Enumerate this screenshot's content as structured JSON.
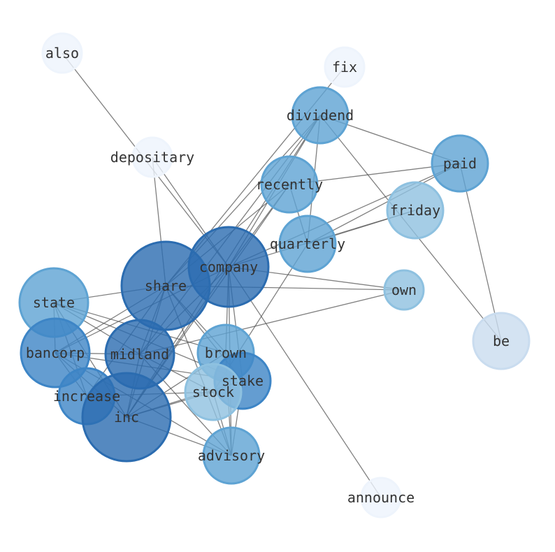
{
  "graph": {
    "type": "word-cooccurrence-network",
    "colors": {
      "level5": "#2b6cb0",
      "level4": "#3d85c6",
      "level3": "#5ea3d3",
      "level2": "#8ec1e0",
      "level1": "#c9dcef",
      "level0": "#eef4fc",
      "edge": "#555555"
    },
    "nodes": [
      {
        "id": "also",
        "label": "also",
        "level": 0
      },
      {
        "id": "fix",
        "label": "fix",
        "level": 0
      },
      {
        "id": "dividend",
        "label": "dividend",
        "level": 3
      },
      {
        "id": "depositary",
        "label": "depositary",
        "level": 0
      },
      {
        "id": "paid",
        "label": "paid",
        "level": 3
      },
      {
        "id": "recently",
        "label": "recently",
        "level": 3
      },
      {
        "id": "friday",
        "label": "friday",
        "level": 2
      },
      {
        "id": "quarterly",
        "label": "quarterly",
        "level": 3
      },
      {
        "id": "company",
        "label": "company",
        "level": 5
      },
      {
        "id": "share",
        "label": "share",
        "level": 5
      },
      {
        "id": "own",
        "label": "own",
        "level": 2
      },
      {
        "id": "state",
        "label": "state",
        "level": 3
      },
      {
        "id": "be",
        "label": "be",
        "level": 1
      },
      {
        "id": "bancorp",
        "label": "bancorp",
        "level": 4
      },
      {
        "id": "midland",
        "label": "midland",
        "level": 5
      },
      {
        "id": "brown",
        "label": "brown",
        "level": 3
      },
      {
        "id": "stake",
        "label": "stake",
        "level": 4
      },
      {
        "id": "stock",
        "label": "stock",
        "level": 2
      },
      {
        "id": "increase",
        "label": "increase",
        "level": 4
      },
      {
        "id": "inc",
        "label": "inc",
        "level": 5
      },
      {
        "id": "advisory",
        "label": "advisory",
        "level": 3
      },
      {
        "id": "announce",
        "label": "announce",
        "level": 0
      }
    ],
    "edges": [
      [
        "also",
        "company"
      ],
      [
        "company",
        "announce"
      ],
      [
        "depositary",
        "share"
      ],
      [
        "depositary",
        "company"
      ],
      [
        "fix",
        "share"
      ],
      [
        "dividend",
        "paid"
      ],
      [
        "dividend",
        "be"
      ],
      [
        "dividend",
        "quarterly"
      ],
      [
        "dividend",
        "company"
      ],
      [
        "dividend",
        "share"
      ],
      [
        "dividend",
        "midland"
      ],
      [
        "dividend",
        "inc"
      ],
      [
        "recently",
        "paid"
      ],
      [
        "recently",
        "quarterly"
      ],
      [
        "recently",
        "company"
      ],
      [
        "recently",
        "share"
      ],
      [
        "recently",
        "inc"
      ],
      [
        "paid",
        "quarterly"
      ],
      [
        "paid",
        "be"
      ],
      [
        "paid",
        "company"
      ],
      [
        "friday",
        "company"
      ],
      [
        "friday",
        "quarterly"
      ],
      [
        "quarterly",
        "stock"
      ],
      [
        "company",
        "own"
      ],
      [
        "share",
        "own"
      ],
      [
        "midland",
        "own"
      ],
      [
        "company",
        "brown"
      ],
      [
        "company",
        "advisory"
      ],
      [
        "company",
        "stake"
      ],
      [
        "company",
        "bancorp"
      ],
      [
        "company",
        "inc"
      ],
      [
        "company",
        "midland"
      ],
      [
        "share",
        "state"
      ],
      [
        "share",
        "bancorp"
      ],
      [
        "share",
        "midland"
      ],
      [
        "share",
        "inc"
      ],
      [
        "share",
        "brown"
      ],
      [
        "share",
        "stake"
      ],
      [
        "share",
        "advisory"
      ],
      [
        "share",
        "increase"
      ],
      [
        "state",
        "bancorp"
      ],
      [
        "state",
        "midland"
      ],
      [
        "state",
        "stake"
      ],
      [
        "state",
        "inc"
      ],
      [
        "state",
        "increase"
      ],
      [
        "state",
        "brown"
      ],
      [
        "bancorp",
        "midland"
      ],
      [
        "bancorp",
        "stake"
      ],
      [
        "bancorp",
        "inc"
      ],
      [
        "bancorp",
        "advisory"
      ],
      [
        "bancorp",
        "increase"
      ],
      [
        "midland",
        "inc"
      ],
      [
        "midland",
        "advisory"
      ],
      [
        "midland",
        "stock"
      ],
      [
        "increase",
        "stock"
      ],
      [
        "inc",
        "stake"
      ],
      [
        "inc",
        "stock"
      ],
      [
        "inc",
        "advisory"
      ],
      [
        "inc",
        "brown"
      ],
      [
        "brown",
        "advisory"
      ],
      [
        "stake",
        "advisory"
      ],
      [
        "stock",
        "advisory"
      ]
    ]
  }
}
